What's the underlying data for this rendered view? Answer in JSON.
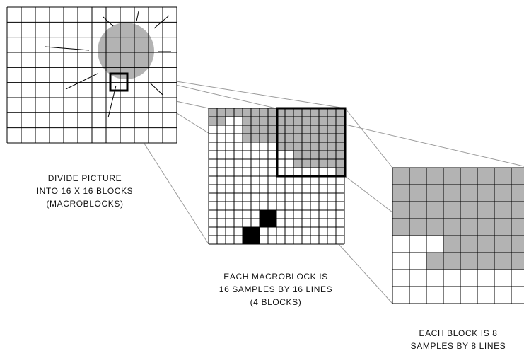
{
  "captions": {
    "picture": [
      "DIVIDE PICTURE",
      "INTO 16 X 16 BLOCKS",
      "(MACROBLOCKS)"
    ],
    "macroblock": [
      "EACH MACROBLOCK IS",
      "16 SAMPLES BY 16 LINES",
      "(4 BLOCKS)"
    ],
    "block": [
      "EACH BLOCK IS 8",
      "SAMPLES BY 8 LINES"
    ]
  },
  "colors": {
    "grid_line": "#000000",
    "fill_gray": "#b3b3b3",
    "fill_black": "#000000",
    "connector": "#9a9a9a"
  },
  "picture_grid": {
    "cols": 12,
    "rows": 9
  },
  "macroblock_grid": {
    "cols": 16,
    "rows": 16
  },
  "block_grid": {
    "cols": 8,
    "rows": 8
  }
}
